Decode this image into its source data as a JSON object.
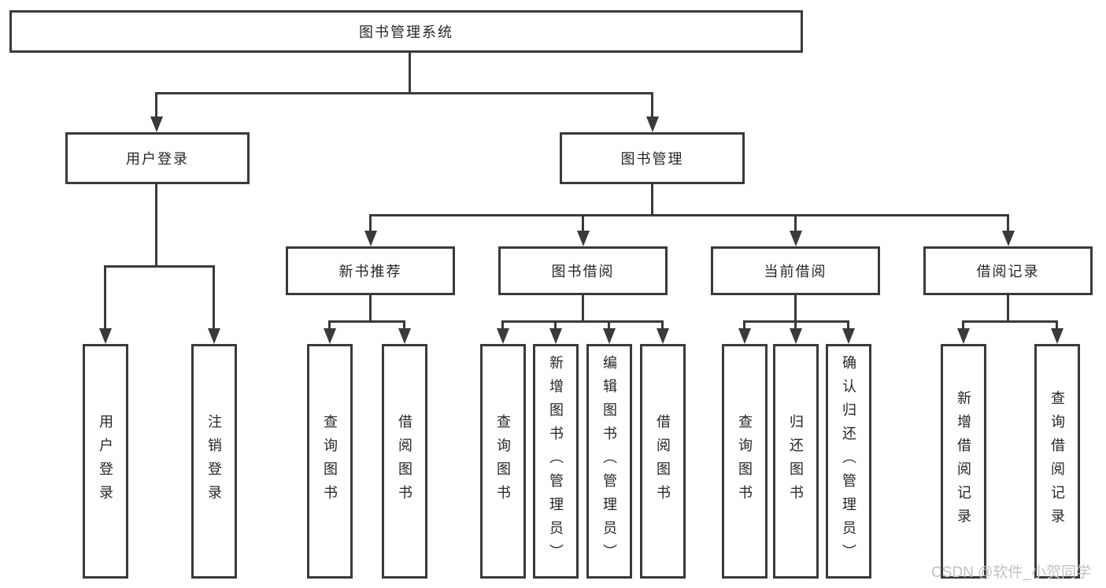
{
  "nodes": {
    "root": {
      "label": "图书管理系统"
    },
    "l2": [
      {
        "label": "用户登录"
      },
      {
        "label": "图书管理"
      }
    ],
    "l3": [
      {
        "label": "新书推荐",
        "parent": "图书管理"
      },
      {
        "label": "图书借阅",
        "parent": "图书管理"
      },
      {
        "label": "当前借阅",
        "parent": "图书管理"
      },
      {
        "label": "借阅记录",
        "parent": "图书管理"
      }
    ],
    "leaves": [
      {
        "label": "用户登录",
        "parent": "用户登录"
      },
      {
        "label": "注销登录",
        "parent": "用户登录"
      },
      {
        "label": "查询图书",
        "parent": "新书推荐"
      },
      {
        "label": "借阅图书",
        "parent": "新书推荐"
      },
      {
        "label": "查询图书",
        "parent": "图书借阅"
      },
      {
        "label": "新增图书（管理员）",
        "parent": "图书借阅"
      },
      {
        "label": "编辑图书（管理员）",
        "parent": "图书借阅"
      },
      {
        "label": "借阅图书",
        "parent": "图书借阅"
      },
      {
        "label": "查询图书",
        "parent": "当前借阅"
      },
      {
        "label": "归还图书",
        "parent": "当前借阅"
      },
      {
        "label": "确认归还（管理员）",
        "parent": "当前借阅"
      },
      {
        "label": "新增借阅记录",
        "parent": "借阅记录"
      },
      {
        "label": "查询借阅记录",
        "parent": "借阅记录"
      }
    ]
  },
  "watermark": "CSDN @软件_小贺同学",
  "colors": {
    "line": "#3a3a3a",
    "text": "#262626",
    "background": "#ffffff",
    "watermark": "#c2c2c2"
  }
}
